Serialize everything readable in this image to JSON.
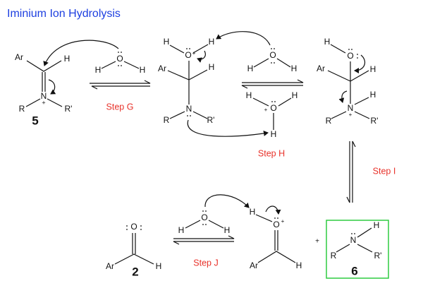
{
  "title": "Iminium Ion Hydrolysis",
  "colors": {
    "title": "#1d3fe0",
    "step": "#e8322a",
    "box": "#2ecc40"
  },
  "steps": {
    "g": "Step G",
    "h": "Step H",
    "i": "Step I",
    "j": "Step J"
  },
  "compounds": {
    "c5": "5",
    "c2": "2",
    "c6": "6"
  },
  "plus": "+",
  "m5": {
    "ar": "Ar",
    "h": "H",
    "n": "N",
    "r": "R",
    "r2": "R'",
    "charge": "+"
  },
  "w1": {
    "o": "O",
    "h1": "H",
    "h2": "H"
  },
  "int1": {
    "h1": "H",
    "o": "O",
    "h2": "H",
    "ar": "Ar",
    "h3": "H",
    "n": "N",
    "r": "R",
    "r2": "R'",
    "charge": "+"
  },
  "w2": {
    "o": "O",
    "h1": "H",
    "h2": "H"
  },
  "h3o": {
    "h1": "H",
    "h2": "H",
    "o": "O",
    "h3": "H",
    "charge": "+"
  },
  "int2": {
    "h1": "H",
    "o": "O",
    "ar": "Ar",
    "h2": "H",
    "h3": "H",
    "n": "N",
    "r": "R",
    "r2": "R'",
    "charge": "+"
  },
  "ald": {
    "o": "O",
    "ar": "Ar",
    "h": "H"
  },
  "w3": {
    "o": "O",
    "h1": "H",
    "h2": "H"
  },
  "pald": {
    "h1": "H",
    "o": "O",
    "ar": "Ar",
    "h2": "H",
    "charge": "+"
  },
  "amine": {
    "n": "N",
    "h": "H",
    "r": "R",
    "r2": "R'"
  }
}
